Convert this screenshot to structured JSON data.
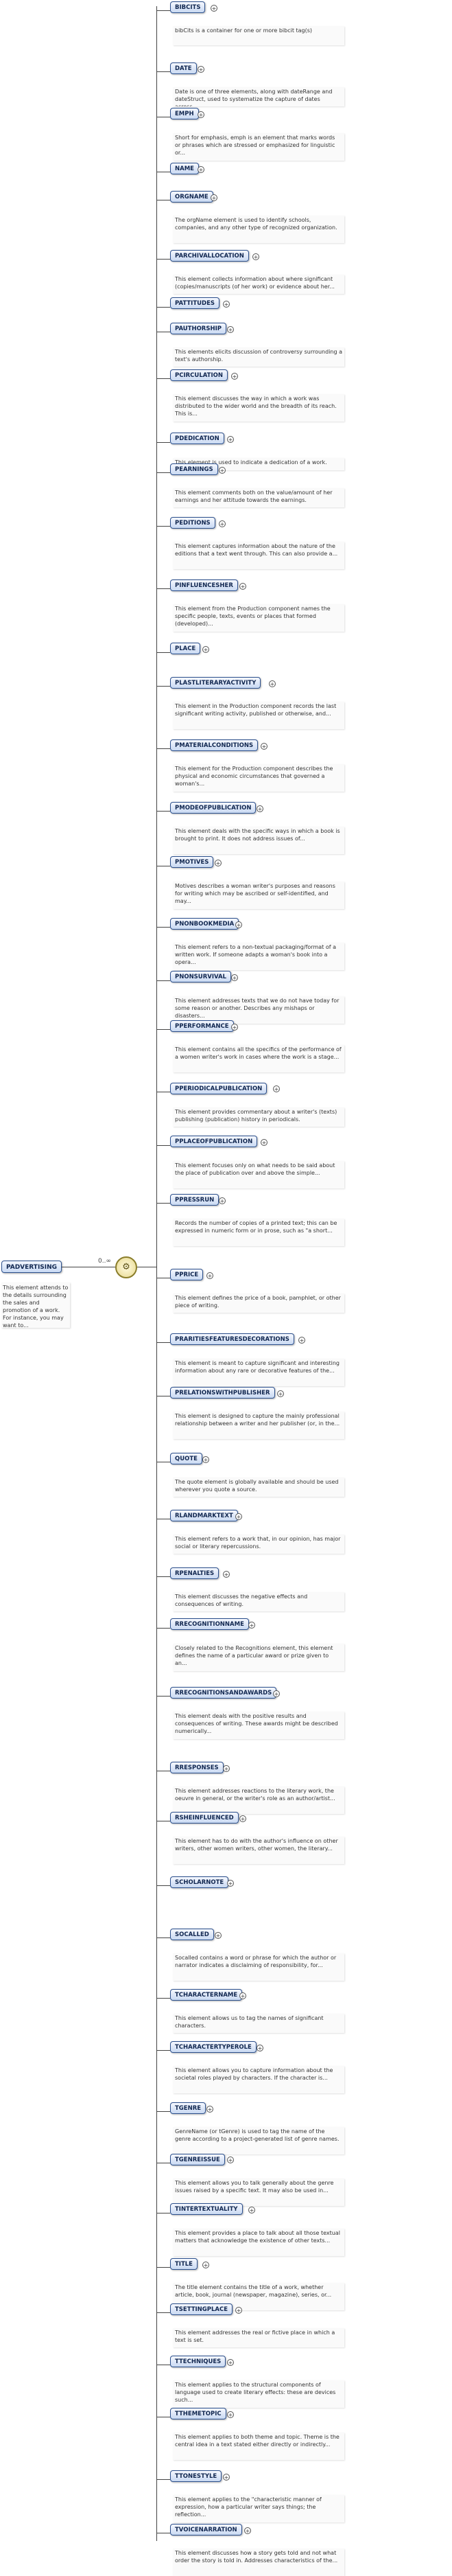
{
  "root": {
    "label": "PADVERTISING",
    "description": "This element attends to the details surrounding the sales and promotion of a work. For instance, you may want to..."
  },
  "choice": {
    "cardinality": "0..∞",
    "symbol": "⚙"
  },
  "children": [
    {
      "label": "BIBCITS",
      "desc": "bibCits is a container for one or more bibcit tag(s)"
    },
    {
      "label": "DATE",
      "desc": "Date is one of three elements, along with dateRange and dateStruct, used to systematize the capture of dates across..."
    },
    {
      "label": "EMPH",
      "desc": "Short for emphasis, emph is an element that marks words or phrases which are stressed or emphasized for linguistic or..."
    },
    {
      "label": "NAME",
      "desc": ""
    },
    {
      "label": "ORGNAME",
      "desc": "The orgName element is used to identify schools, companies, and any other type of recognized organization."
    },
    {
      "label": "PARCHIVALLOCATION",
      "desc": "This element collects information about where significant (copies/manuscripts (of her work) or evidence about her..."
    },
    {
      "label": "PATTITUDES",
      "desc": ""
    },
    {
      "label": "PAUTHORSHIP",
      "desc": "This elements elicits discussion of controversy surrounding a text's authorship."
    },
    {
      "label": "PCIRCULATION",
      "desc": "This element discusses the way in which a work was distributed to the wider world and the breadth of its reach. This is..."
    },
    {
      "label": "PDEDICATION",
      "desc": "This element is used to indicate a dedication of a work."
    },
    {
      "label": "PEARNINGS",
      "desc": "This element comments both on the value/amount of her earnings and her attitude towards the earnings."
    },
    {
      "label": "PEDITIONS",
      "desc": "This element captures information about the nature of the editions that a text went through. This can also provide a..."
    },
    {
      "label": "PINFLUENCESHER",
      "desc": "This element from the Production component names the specific people, texts, events or places that formed (developed)..."
    },
    {
      "label": "PLACE",
      "desc": ""
    },
    {
      "label": "PLASTLITERARYACTIVITY",
      "desc": "This element in the Production component records the last significant writing activity, published or otherwise, and..."
    },
    {
      "label": "PMATERIALCONDITIONS",
      "desc": "This element for the Production component describes the physical and economic circumstances that governed a woman's..."
    },
    {
      "label": "PMODEOFPUBLICATION",
      "desc": "This element deals with the specific ways in which a book is brought to print. It does not address issues of..."
    },
    {
      "label": "PMOTIVES",
      "desc": "Motives describes a woman writer's purposes and reasons for writing which may be ascribed or self-identified, and may..."
    },
    {
      "label": "PNONBOOKMEDIA",
      "desc": "This element refers to a non-textual packaging/format of a written work. If someone adapts a woman's book into a opera..."
    },
    {
      "label": "PNONSURVIVAL",
      "desc": "This element addresses texts that we do not have today for some reason or another. Describes any mishaps or disasters..."
    },
    {
      "label": "PPERFORMANCE",
      "desc": "This element contains all the specifics of the performance of a women writer's work in cases where the work is a stage..."
    },
    {
      "label": "PPERIODICALPUBLICATION",
      "desc": "This element provides commentary about a writer's (texts) publishing (publication) history in periodicals."
    },
    {
      "label": "PPLACEOFPUBLICATION",
      "desc": "This element focuses only on what needs to be said about the place of publication over and above the simple..."
    },
    {
      "label": "PPRESSRUN",
      "desc": "Records the number of copies of a printed text; this can be expressed in numeric form or in prose, such as \"a short..."
    },
    {
      "label": "PPRICE",
      "desc": "This element defines the price of a book, pamphlet, or other piece of writing."
    },
    {
      "label": "PRARITIESFEATURESDECORATIONS",
      "desc": "This element is meant to capture significant and interesting information about any rare or decorative features of the..."
    },
    {
      "label": "PRELATIONSWITHPUBLISHER",
      "desc": "This element is designed to capture the mainly professional relationship between a writer and her publisher (or, in the..."
    },
    {
      "label": "QUOTE",
      "desc": "The quote element is globally available and should be used wherever you quote a source."
    },
    {
      "label": "RLANDMARKTEXT",
      "desc": "This element refers to a work that, in our opinion, has major social or literary repercussions."
    },
    {
      "label": "RPENALTIES",
      "desc": "This element discusses the negative effects and consequences of writing."
    },
    {
      "label": "RRECOGNITIONNAME",
      "desc": "Closely related to the Recognitions element, this element defines the name of a particular award or prize given to an..."
    },
    {
      "label": "RRECOGNITIONSANDAWARDS",
      "desc": "This element deals with the positive results and consequences of writing. These awards might be described numerically..."
    },
    {
      "label": "RRESPONSES",
      "desc": "This element addresses reactions to the literary work, the oeuvre in general, or the writer's role as an author/artist..."
    },
    {
      "label": "RSHEINFLUENCED",
      "desc": "This element has to do with the author's influence on other writers, other women writers, other women, the literary..."
    },
    {
      "label": "SCHOLARNOTE",
      "desc": ""
    },
    {
      "label": "SOCALLED",
      "desc": "Socalled contains a word or phrase for which the author or narrator indicates a disclaiming of responsibility, for..."
    },
    {
      "label": "TCHARACTERNAME",
      "desc": "This element allows us to tag the names of significant characters."
    },
    {
      "label": "TCHARACTERTYPEROLE",
      "desc": "This element allows you to capture information about the societal roles played by characters. If the character is..."
    },
    {
      "label": "TGENRE",
      "desc": "GenreName (or tGenre) is used to tag the name of the genre according to a project-generated list of genre names."
    },
    {
      "label": "TGENREISSUE",
      "desc": "This element allows you to talk generally about the genre issues raised by a specific text. It may also be used in..."
    },
    {
      "label": "TINTERTEXTUALITY",
      "desc": "This element provides a place to talk about all those textual matters that acknowledge the existence of other texts..."
    },
    {
      "label": "TITLE",
      "desc": "The title element contains the title of a work, whether article, book, journal (newspaper, magazine), series, or..."
    },
    {
      "label": "TSETTINGPLACE",
      "desc": "This element addresses the real or fictive place in which a text is set."
    },
    {
      "label": "TTECHNIQUES",
      "desc": "This element applies to the structural components of language used to create literary effects: these are devices such..."
    },
    {
      "label": "TTHEMETOPIC",
      "desc": "This element applies to both theme and topic. Theme is the central idea in a text stated either directly or indirectly..."
    },
    {
      "label": "TTONESTYLE",
      "desc": "This element applies to the \"characteristic manner of expression, how a particular writer says things; the reflection..."
    },
    {
      "label": "TVOICENARRATION",
      "desc": "This element discusses how a story gets told and not what order the story is told in. Addresses characteristics of the..."
    }
  ]
}
